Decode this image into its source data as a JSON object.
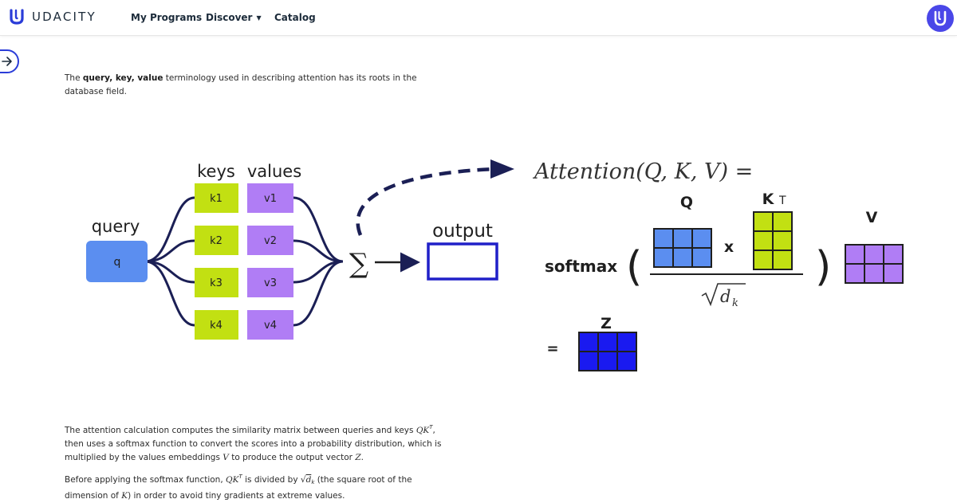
{
  "header": {
    "logo_text": "UDACITY",
    "nav": {
      "my_programs": "My Programs",
      "discover": "Discover",
      "catalog": "Catalog"
    },
    "accent": "#2a3cd8"
  },
  "intro": {
    "before": "The ",
    "bold": "query, key, value",
    "after": " terminology used in describing attention has its roots in the",
    "line2": "database field."
  },
  "figure": {
    "keys_label": "keys",
    "values_label": "values",
    "query_label": "query",
    "query_cell": "q",
    "keys": [
      "k1",
      "k2",
      "k3",
      "k4"
    ],
    "values": [
      "v1",
      "v2",
      "v3",
      "v4"
    ],
    "sum_symbol": "∑",
    "output_label": "output",
    "formula_lhs": "Attention(Q, K, V) =",
    "softmax": "softmax",
    "q_label": "Q",
    "kt_label": "K",
    "kt_sup": "T",
    "times": "x",
    "v_label": "V",
    "z_label": "Z",
    "equals": "=",
    "denominator": "d",
    "denominator_sub": "k",
    "colors": {
      "query": "#5b8ef0",
      "keys": "#c2e012",
      "values": "#b07df5",
      "Q_matrix": "#5b8ef0",
      "KT_matrix": "#c2e012",
      "V_matrix": "#b07df5",
      "Z_matrix": "#1a1af0",
      "curves": "#1b1f55",
      "output_box": "#2020c8"
    }
  },
  "para1": {
    "l1a": "The attention calculation computes the similarity matrix between queries and keys ",
    "l1m": "QK",
    "l1s": "T",
    "l1b": ",",
    "l2": "then uses a softmax function to convert the scores into a probability distribution, which is",
    "l3a": "multiplied by the values embeddings ",
    "l3m": "V",
    "l3b": " to produce the output vector ",
    "l3m2": "Z",
    "l3c": "."
  },
  "para2": {
    "l1a": "Before applying the softmax function, ",
    "l1m": "QK",
    "l1s": "T",
    "l1b": " is divided by ",
    "l1r": "d",
    "l1rs": "k",
    "l1c": " (the square root of the",
    "l2a": "dimension of ",
    "l2m": "K",
    "l2b": ") in order to avoid tiny gradients at extreme values."
  }
}
